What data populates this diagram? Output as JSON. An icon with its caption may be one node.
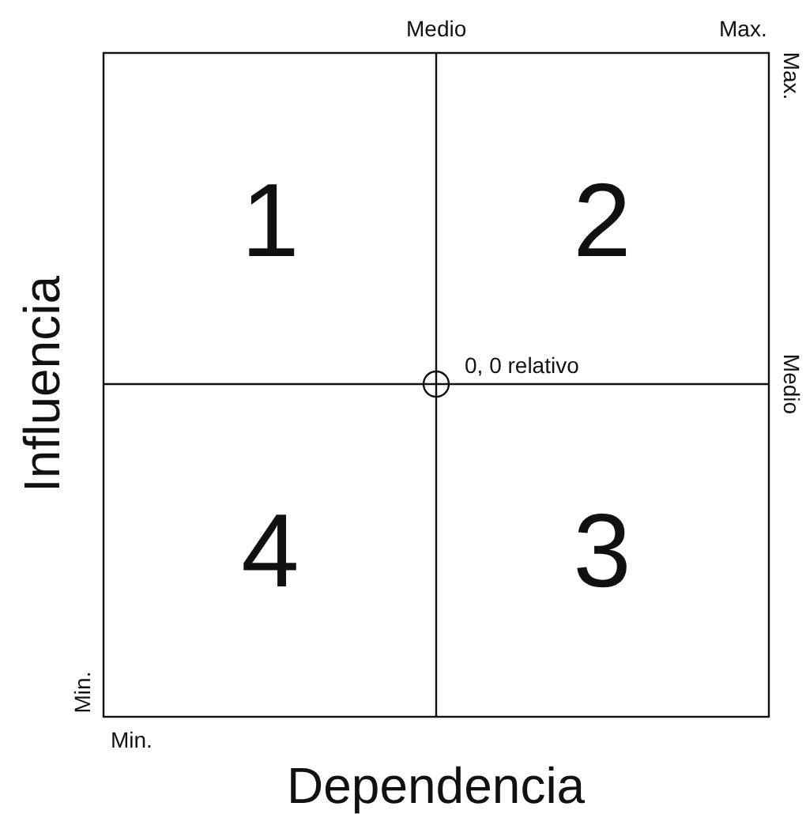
{
  "diagram": {
    "nodes": [
      {
        "text": [
          "1"
        ]
      },
      {
        "text": [
          "2"
        ]
      },
      {
        "text": [
          "4"
        ]
      },
      {
        "text": [
          "3"
        ]
      }
    ],
    "labels": [
      "Medio",
      "Max.",
      "Max.",
      "0, 0 relativo",
      "Medio",
      "Influencia",
      "Min.",
      "Min.",
      "Dependencia"
    ]
  }
}
